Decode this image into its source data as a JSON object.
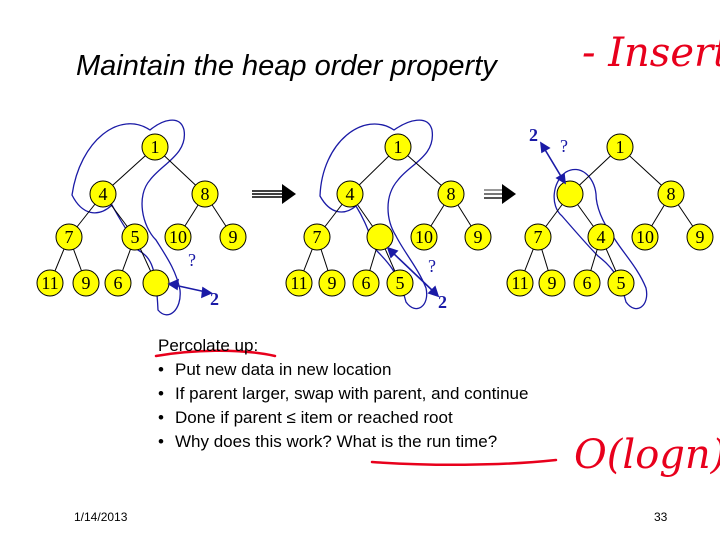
{
  "title": "Maintain the heap order property",
  "annotations": {
    "insert": "- Insert",
    "complexity": "O(logn)"
  },
  "trees": [
    {
      "nodes": [
        {
          "label": "1"
        },
        {
          "label": "4"
        },
        {
          "label": "8"
        },
        {
          "label": "7"
        },
        {
          "label": "5"
        },
        {
          "label": "10"
        },
        {
          "label": "9"
        },
        {
          "label": "11"
        },
        {
          "label": "9"
        },
        {
          "label": "6"
        },
        {
          "label": ""
        }
      ],
      "question": "?",
      "new_value": "2"
    },
    {
      "nodes": [
        {
          "label": "1"
        },
        {
          "label": "4"
        },
        {
          "label": "8"
        },
        {
          "label": "7"
        },
        {
          "label": ""
        },
        {
          "label": "10"
        },
        {
          "label": "9"
        },
        {
          "label": "11"
        },
        {
          "label": "9"
        },
        {
          "label": "6"
        },
        {
          "label": "5"
        }
      ],
      "question": "?",
      "new_value": "2"
    },
    {
      "nodes": [
        {
          "label": "1"
        },
        {
          "label": ""
        },
        {
          "label": "8"
        },
        {
          "label": "7"
        },
        {
          "label": "4"
        },
        {
          "label": "10"
        },
        {
          "label": "9"
        },
        {
          "label": "11"
        },
        {
          "label": "9"
        },
        {
          "label": "6"
        },
        {
          "label": "5"
        }
      ],
      "question": "?",
      "new_value": "2"
    }
  ],
  "bullets": {
    "heading": "Percolate up:",
    "items": [
      "Put new data in new location",
      "If parent larger, swap with parent, and continue",
      "Done if parent ≤ item or reached root",
      "Why does this work? What is the run time?"
    ]
  },
  "footer": {
    "date": "1/14/2013",
    "page": "33"
  },
  "colors": {
    "node_fill": "#ffff00",
    "outline": "#1a1aa6",
    "ink": "#e8001c"
  }
}
